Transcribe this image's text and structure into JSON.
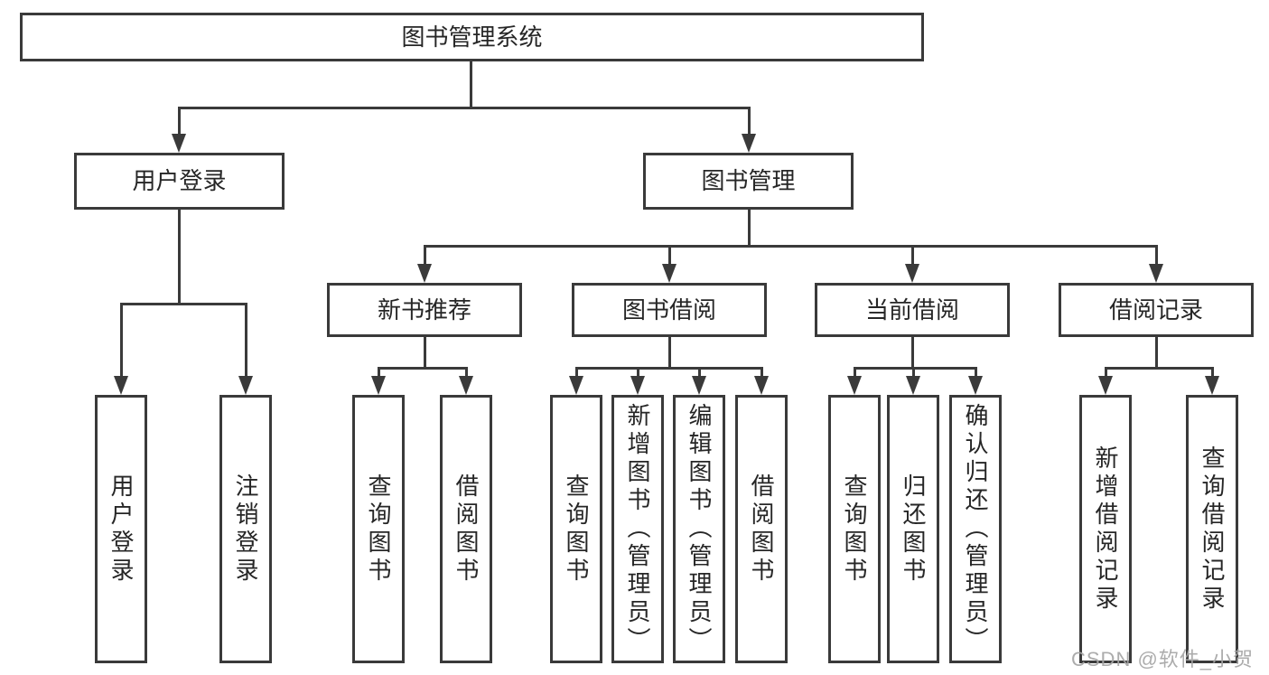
{
  "watermark": {
    "text": "CSDN @软件_小贺同学"
  },
  "colors": {
    "line": "#3a3a3a",
    "text": "#262626",
    "background": "#ffffff",
    "watermark": "#a6a6a6"
  },
  "diagram": {
    "root": {
      "label": "图书管理系统",
      "children": [
        {
          "label": "用户登录",
          "children": [
            {
              "label": "用户登录"
            },
            {
              "label": "注销登录"
            }
          ]
        },
        {
          "label": "图书管理",
          "children": [
            {
              "label": "新书推荐",
              "children": [
                {
                  "label": "查询图书"
                },
                {
                  "label": "借阅图书"
                }
              ]
            },
            {
              "label": "图书借阅",
              "children": [
                {
                  "label": "查询图书"
                },
                {
                  "label": "新增图书（管理员）"
                },
                {
                  "label": "编辑图书（管理员）"
                },
                {
                  "label": "借阅图书"
                }
              ]
            },
            {
              "label": "当前借阅",
              "children": [
                {
                  "label": "查询图书"
                },
                {
                  "label": "归还图书"
                },
                {
                  "label": "确认归还（管理员）"
                }
              ]
            },
            {
              "label": "借阅记录",
              "children": [
                {
                  "label": "新增借阅记录"
                },
                {
                  "label": "查询借阅记录"
                }
              ]
            }
          ]
        }
      ]
    }
  }
}
